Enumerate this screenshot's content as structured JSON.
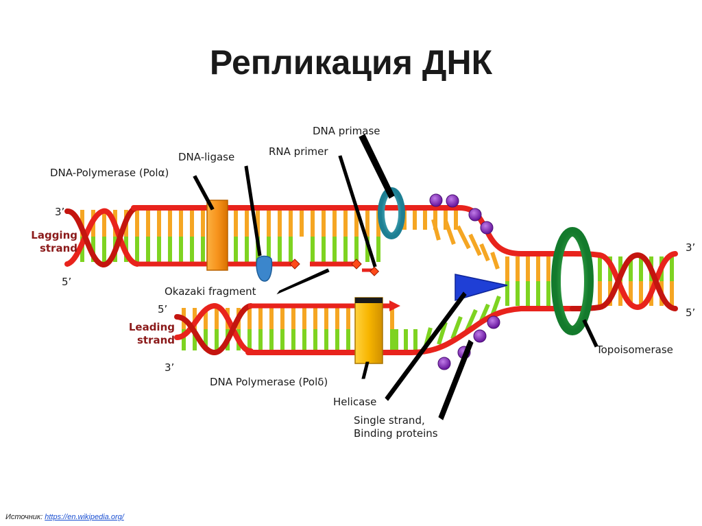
{
  "title": "Репликация ДНК",
  "labels": {
    "dna_primase": "DNA primase",
    "dna_ligase": "DNA-ligase",
    "rna_primer": "RNA primer",
    "pol_alpha": "DNA-Polymerase (Polα)",
    "okazaki": "Okazaki fragment",
    "pol_delta": "DNA Polymerase (Polδ)",
    "helicase": "Helicase",
    "ssb_line1": "Single strand,",
    "ssb_line2": "Binding proteins",
    "topoisomerase": "Topoisomerase",
    "lagging_line1": "Lagging",
    "lagging_line2": "strand",
    "leading_line1": "Leading",
    "leading_line2": "strand",
    "end_3_top_left": "3’",
    "end_5_mid_left": "5’",
    "end_5_lower_left": "5’",
    "end_3_bottom_left": "3’",
    "end_3_right": "3’",
    "end_5_right": "5’"
  },
  "source": {
    "prefix": "Источник:",
    "link": "https://en.wikipedia.org/"
  },
  "colors": {
    "backbone": "#e8231c",
    "backbone_dark": "#b3120d",
    "base_orange": "#f5a623",
    "base_green": "#7ed321",
    "polymerase": "#f7941d",
    "helicase": "#1f3fd6",
    "topoisomerase": "#1e9a3a",
    "primase": "#2aa3b8",
    "ligase": "#2f7fc1",
    "ssb": "#8e2bc9"
  },
  "icons": {
    "polymerase_alpha": "orange-block",
    "polymerase_delta": "gold-block",
    "helicase": "blue-wedge",
    "topoisomerase": "green-ring",
    "primase": "teal-ring",
    "ligase": "blue-clamp",
    "ssb": "purple-ball"
  }
}
